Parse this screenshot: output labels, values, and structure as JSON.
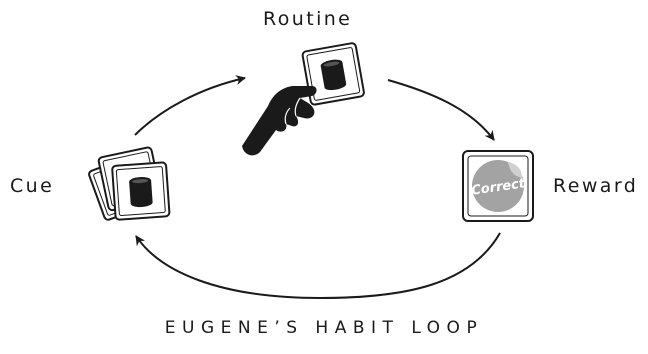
{
  "diagram": {
    "title": "EUGENE’S HABIT LOOP",
    "nodes": {
      "routine": {
        "label": "Routine"
      },
      "cue": {
        "label": "Cue"
      },
      "reward": {
        "label": "Reward",
        "sticker_text": "Correct"
      }
    },
    "edges": [
      {
        "from": "cue",
        "to": "routine"
      },
      {
        "from": "routine",
        "to": "reward"
      },
      {
        "from": "reward",
        "to": "cue"
      }
    ],
    "icons": [
      "card-stack-icon",
      "hand-holding-card-icon",
      "reward-card-icon",
      "cup-icon",
      "sticker-icon"
    ],
    "colors": {
      "ink": "#1a1a1a",
      "sticker": "#a3a3a3",
      "sticker_peel": "#d0d0d0"
    }
  }
}
